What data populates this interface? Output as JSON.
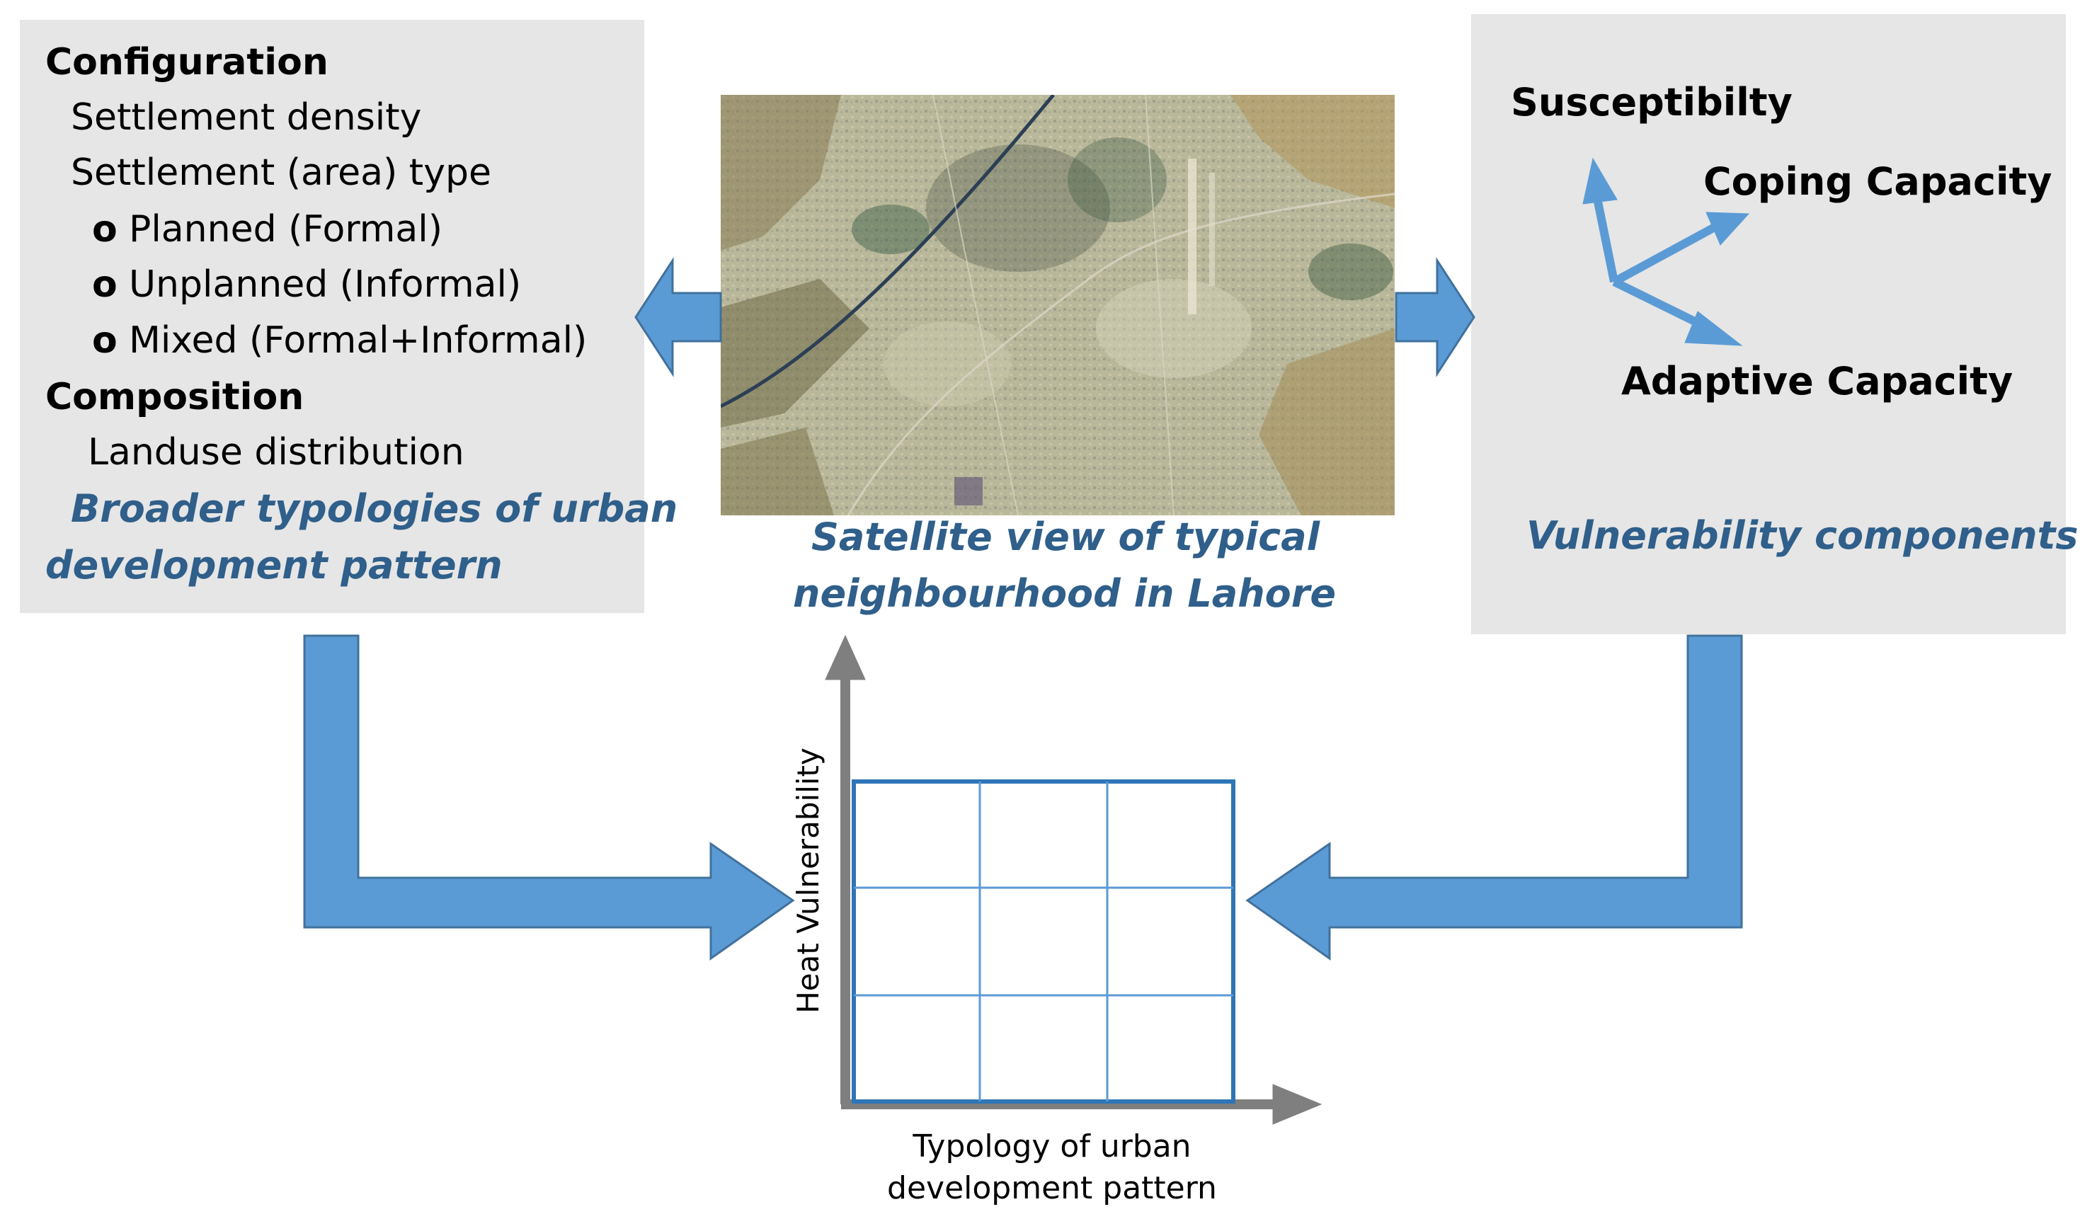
{
  "left_panel": {
    "heading_configuration": "Configuration",
    "settlement_density": "Settlement density",
    "settlement_type": "Settlement (area) type",
    "bullet_char": "o",
    "bullet_items": [
      "Planned (Formal)",
      "Unplanned (Informal)",
      "Mixed (Formal+Informal)"
    ],
    "heading_composition": "Composition",
    "landuse": "Landuse distribution",
    "caption_line1": "Broader typologies of urban",
    "caption_line2": "development pattern"
  },
  "center": {
    "caption_line1": "Satellite view of typical",
    "caption_line2": "neighbourhood in Lahore"
  },
  "right_panel": {
    "susceptibility": "Susceptibilty",
    "coping": "Coping Capacity",
    "adaptive": "Adaptive Capacity",
    "caption": "Vulnerability components"
  },
  "matrix": {
    "y_label": "Heat Vulnerability",
    "x_label_line1": "Typology of urban",
    "x_label_line2": "development pattern",
    "rows": 3,
    "cols": 3
  },
  "colors": {
    "panel_bg": "#e6e6e6",
    "arrow_fill": "#5b9bd5",
    "arrow_stroke": "#41719c",
    "caption_text": "#2f5f8a",
    "axis_gray": "#7f7f7f",
    "grid_line": "#5b9bd5",
    "grid_border": "#2e75b6"
  }
}
